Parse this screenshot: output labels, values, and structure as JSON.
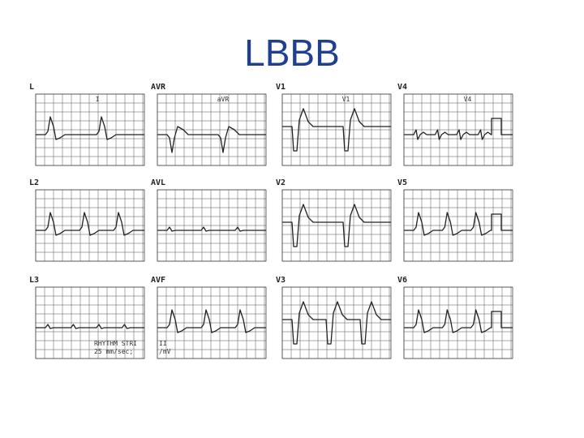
{
  "title": "LBBB",
  "leads": [
    {
      "id": "L",
      "inset": "I",
      "shape": "pos",
      "beats": 2,
      "cal": false
    },
    {
      "id": "AVR",
      "inset": "aVR",
      "shape": "neg",
      "beats": 2,
      "cal": false
    },
    {
      "id": "V1",
      "inset": "V1",
      "shape": "deepneg",
      "beats": 2,
      "cal": false
    },
    {
      "id": "V4",
      "inset": "V4",
      "shape": "small",
      "beats": 4,
      "cal": true
    },
    {
      "id": "L2",
      "inset": "",
      "shape": "pos",
      "beats": 3,
      "cal": false
    },
    {
      "id": "AVL",
      "inset": "",
      "shape": "flat",
      "beats": 3,
      "cal": false
    },
    {
      "id": "V2",
      "inset": "",
      "shape": "deepneg",
      "beats": 2,
      "cal": false
    },
    {
      "id": "V5",
      "inset": "",
      "shape": "pos",
      "beats": 3,
      "cal": true
    },
    {
      "id": "L3",
      "inset": "",
      "shape": "flat",
      "beats": 4,
      "cal": false
    },
    {
      "id": "AVF",
      "inset": "",
      "shape": "pos",
      "beats": 3,
      "cal": false
    },
    {
      "id": "V3",
      "inset": "",
      "shape": "deepneg",
      "beats": 3,
      "cal": false
    },
    {
      "id": "V6",
      "inset": "",
      "shape": "pos",
      "beats": 3,
      "cal": true
    }
  ],
  "rhythm_strip": {
    "line1": "RHYTHM STRI",
    "line2": "25 mm/sec;",
    "lead": "II",
    "unit": "/mV"
  }
}
